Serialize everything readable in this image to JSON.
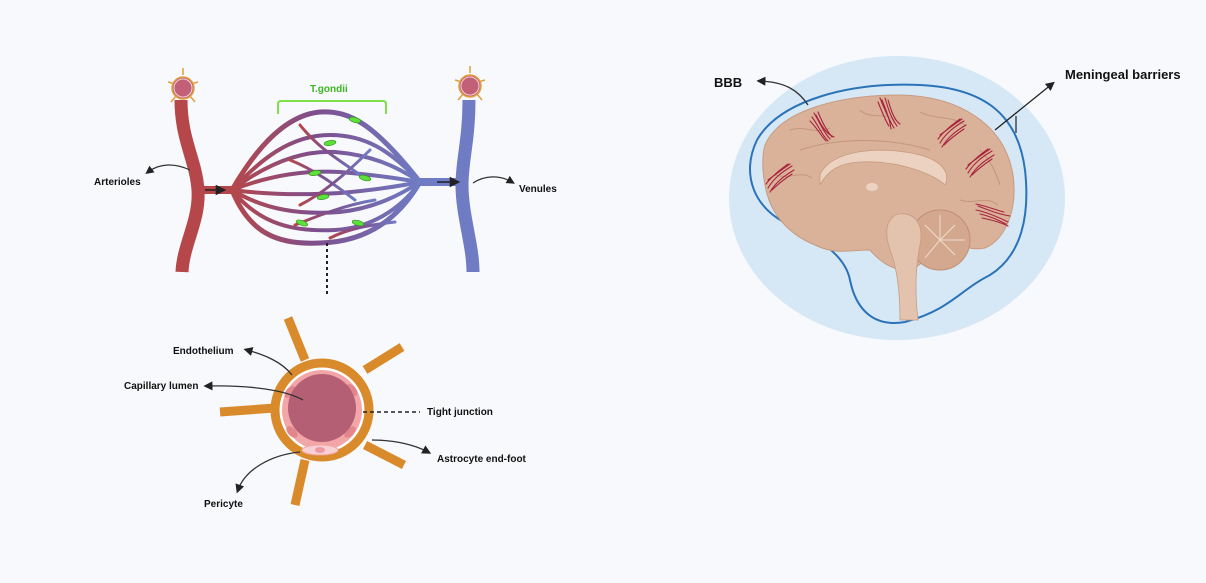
{
  "capillary_network": {
    "parasite_label": "T.gondii",
    "arterioles_label": "Arterioles",
    "venules_label": "Venules"
  },
  "cross_section": {
    "endothelium_label": "Endothelium",
    "capillary_lumen_label": "Capillary lumen",
    "tight_junction_label": "Tight junction",
    "astrocyte_end_foot_label": "Astrocyte end-foot",
    "pericyte_label": "Pericyte"
  },
  "brain": {
    "bbb_label": "BBB",
    "meningeal_label": "Meningeal barriers"
  },
  "colors": {
    "arterial": "#b5474a",
    "venous": "#6f7cc4",
    "capillary_mid": "#7d4f8e",
    "parasite": "#5ee03a",
    "bracket": "#7ee04a",
    "astrocyte": "#d98b2b",
    "lumen": "#b55f75",
    "endothelium": "#f2a6a8",
    "meninges_fill": "#d6e8f6",
    "meninges_line": "#2a73b8",
    "brain_tissue": "#d9b299",
    "vessel_red": "#a8233e"
  }
}
